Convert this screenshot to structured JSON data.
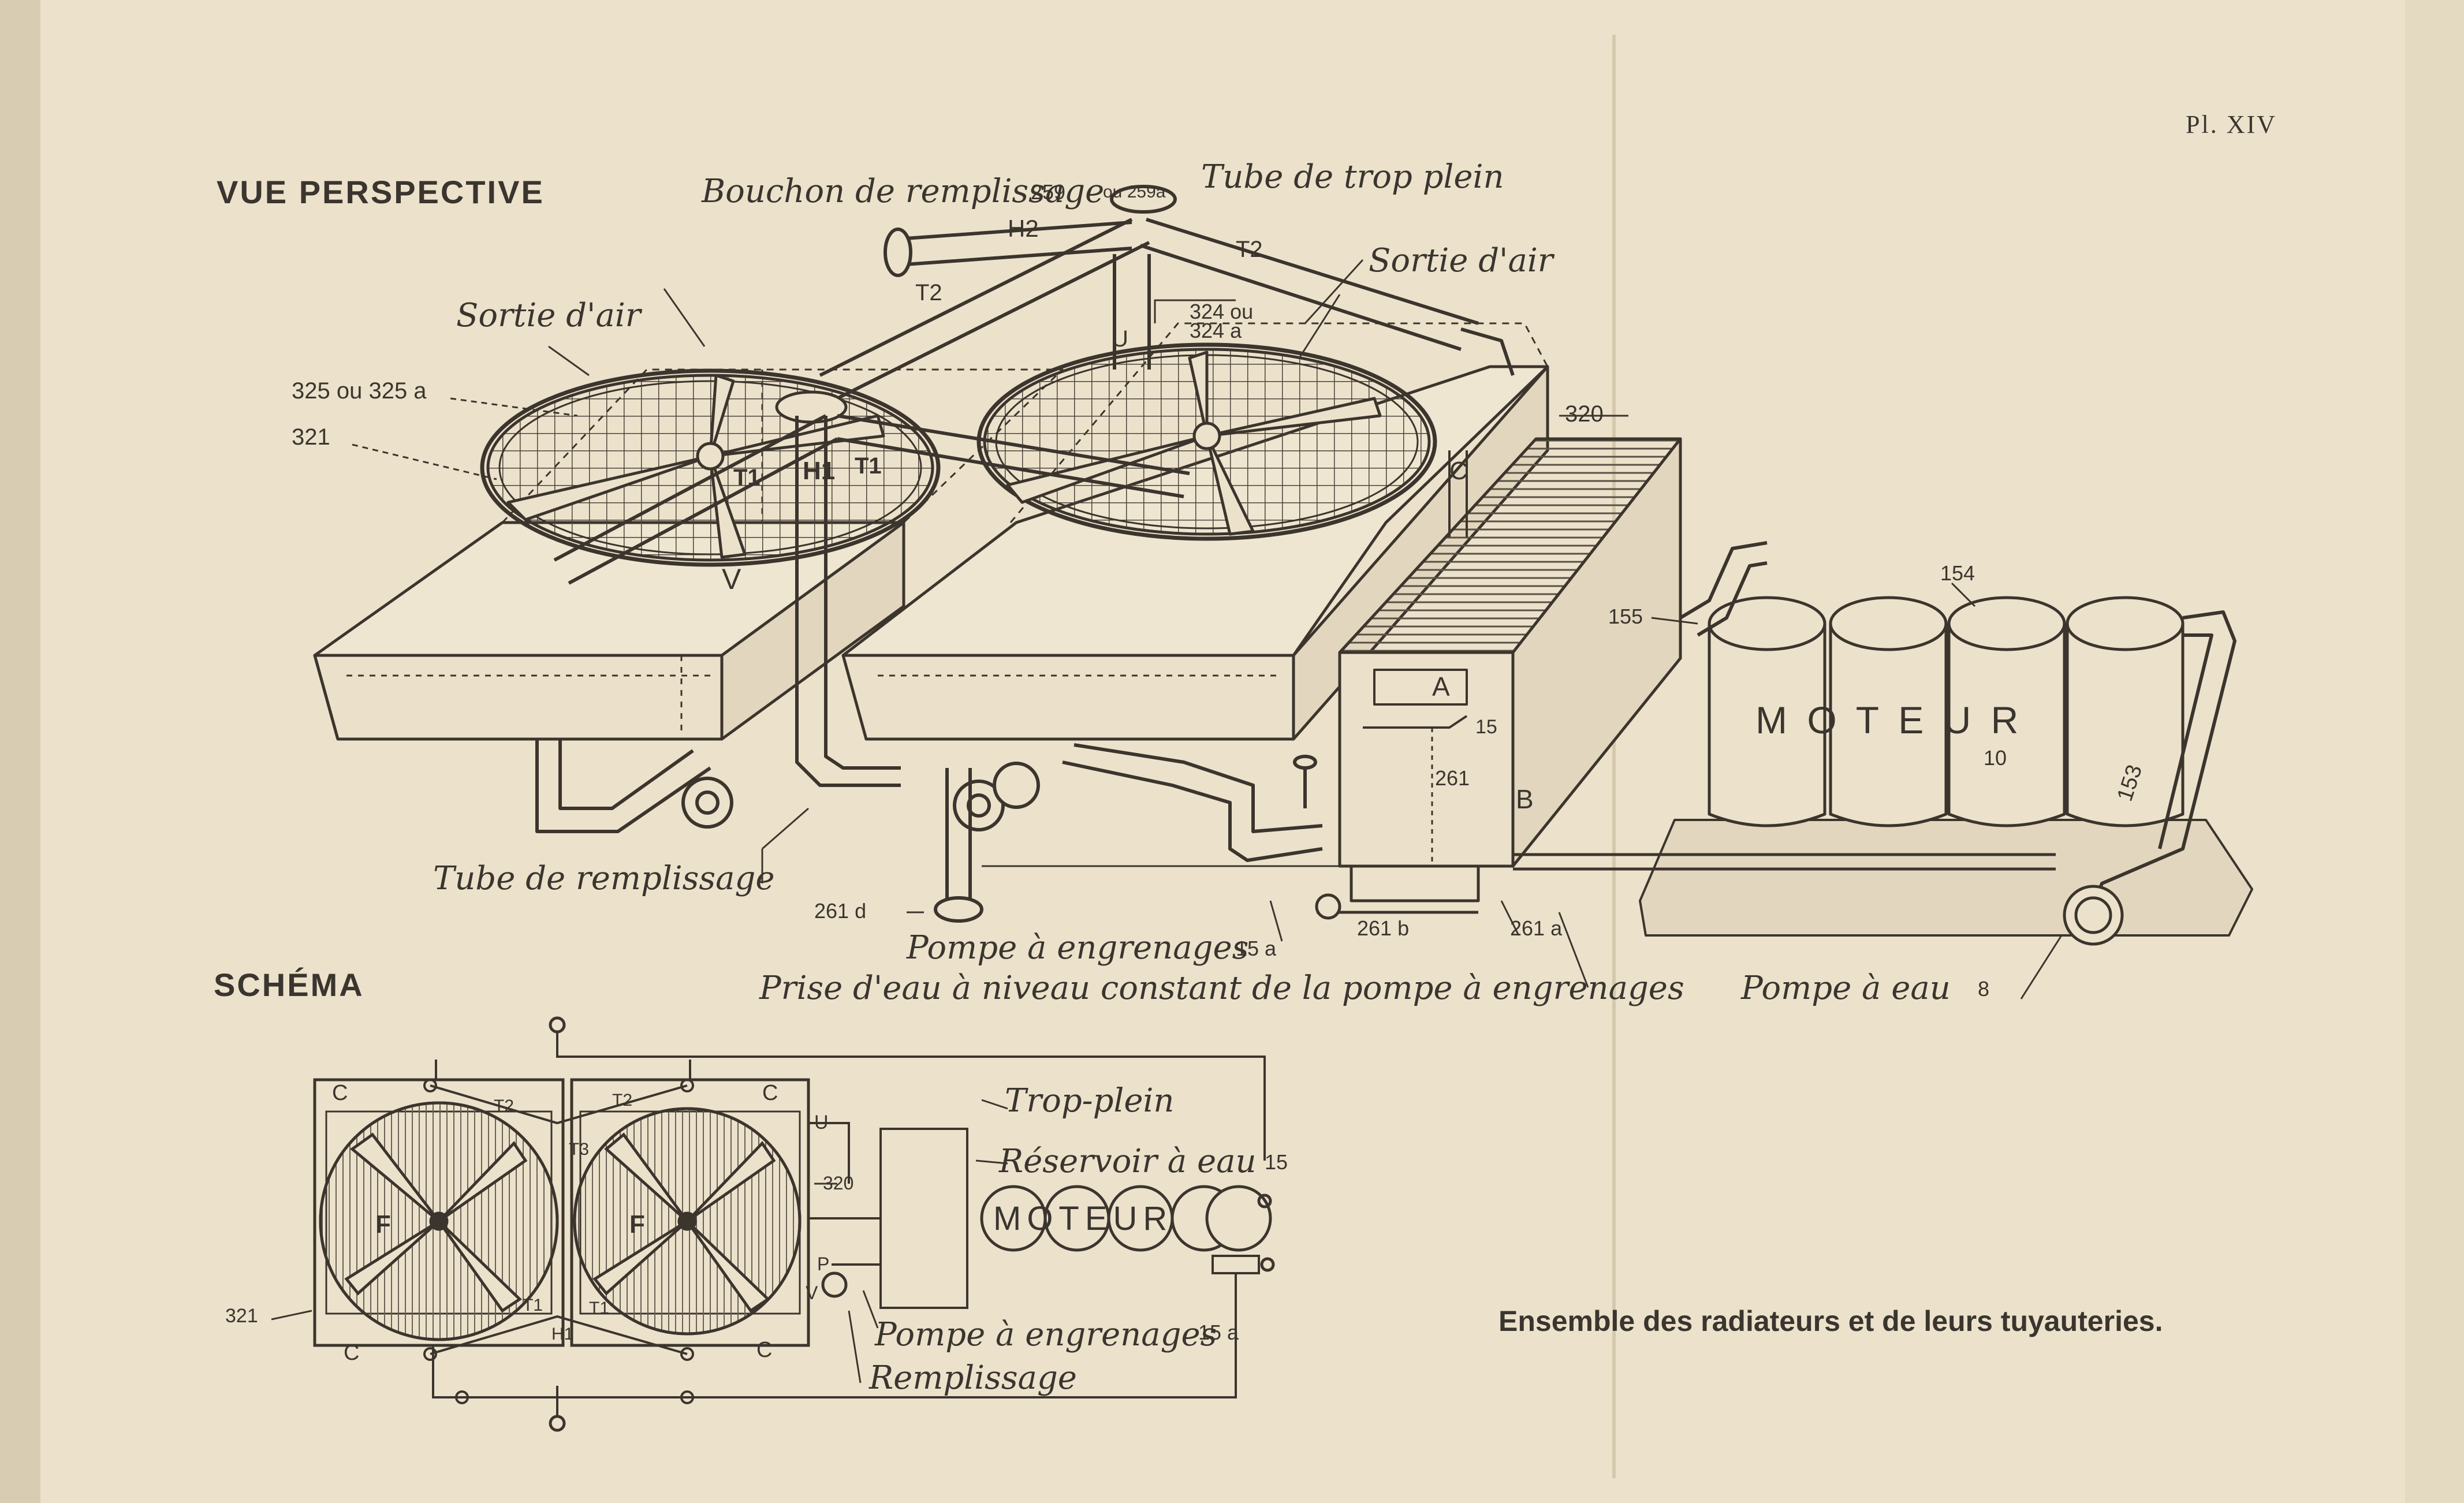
{
  "plate": {
    "number": "Pl. XIV"
  },
  "perspective": {
    "heading": "VUE PERSPECTIVE",
    "labels": {
      "bouchon": "Bouchon de remplissage",
      "bouchon_ref": "259",
      "bouchon_ref_alt": "ou 259a",
      "tube_trop_plein": "Tube de trop plein",
      "sortie_air_left": "Sortie d'air",
      "sortie_air_right": "Sortie d'air",
      "h2": "H2",
      "t2_left": "T2",
      "t2_right": "T2",
      "u": "U",
      "ref_324": "324 ou",
      "ref_324a": "324 a",
      "ref_325": "325 ou 325 a",
      "ref_321": "321",
      "ref_320": "320",
      "t1_left": "T1",
      "h1": "H1",
      "t1_right": "T1",
      "c": "C",
      "v": "V",
      "a": "A",
      "ref_15": "15",
      "ref_261": "261",
      "b": "B",
      "ref_155": "155",
      "ref_154": "154",
      "moteur": "M O T E U R",
      "ref_10": "10",
      "ref_153": "153",
      "tube_remplissage": "Tube de remplissage",
      "ref_261d": "261 d",
      "pompe_engrenages": "Pompe à engrenages",
      "ref_15a": "15 a",
      "ref_261b": "261 b",
      "ref_261a": "261 a",
      "prise_eau": "Prise d'eau à niveau constant de la pompe à engrenages",
      "pompe_eau": "Pompe à eau",
      "ref_8": "8"
    }
  },
  "schema": {
    "heading": "SCHÉMA",
    "labels": {
      "c_tl": "C",
      "c_tr": "C",
      "c_bl": "C",
      "c_br": "C",
      "t2a": "T2",
      "t2b": "T2",
      "t3": "T3",
      "u": "U",
      "f_left": "F",
      "f_right": "F",
      "ref_320": "320",
      "ref_321": "321",
      "t1a": "T1",
      "t1b": "T1",
      "h1": "H1",
      "p": "P",
      "v": "V",
      "trop_plein": "Trop-plein",
      "reservoir": "Réservoir à eau",
      "ref_15": "15",
      "moteur": "MOTEUR",
      "pompe_engrenages": "Pompe à engrenages",
      "ref_15a": "15 a",
      "remplissage": "Remplissage"
    }
  },
  "caption": "Ensemble des radiateurs et de leurs tuyauteries."
}
